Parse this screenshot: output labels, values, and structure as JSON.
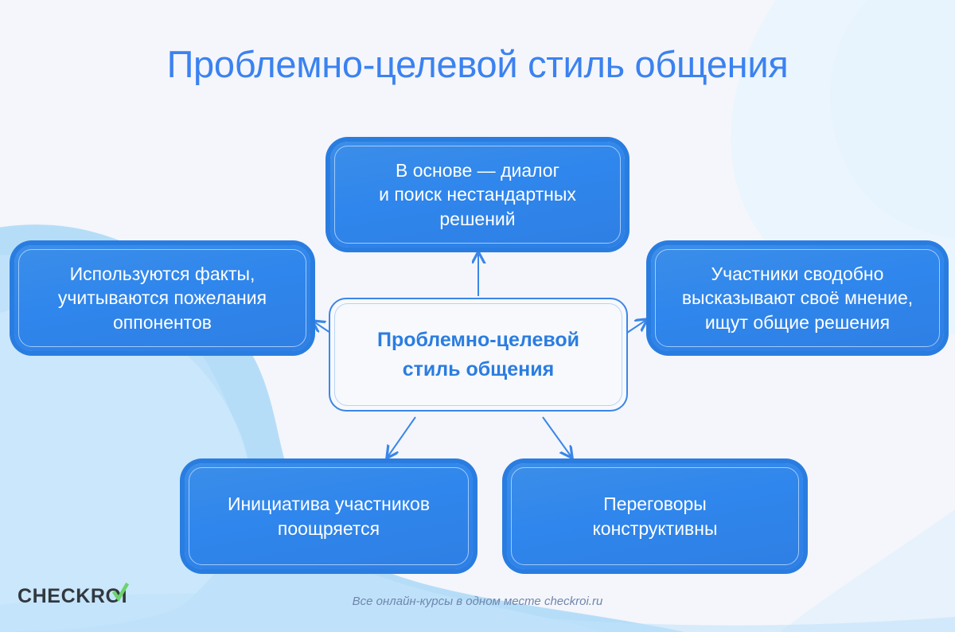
{
  "title": "Проблемно-целевой стиль общения",
  "center": {
    "label": "Проблемно-целевой\nстиль общения"
  },
  "nodes": [
    {
      "id": "top",
      "label": "В основе — диалог\nи поиск нестандартных\nрешений"
    },
    {
      "id": "left",
      "label": "Используются факты,\nучитываются пожелания\nоппонентов"
    },
    {
      "id": "right",
      "label": "Участники сводобно\nвысказывают своё мнение,\nищут общие решения"
    },
    {
      "id": "bottom-left",
      "label": "Инициатива участников\nпоощряется"
    },
    {
      "id": "bottom-right",
      "label": "Переговоры\nконструктивны"
    }
  ],
  "footer": {
    "logo_text": "CHECKROI",
    "note": "Все онлайн-курсы в одном месте checkroi.ru"
  },
  "colors": {
    "background": "#f4f6fb",
    "blob": "#b6ddf8",
    "blob_light": "#cfe8fb",
    "title": "#3b82f0",
    "node_fill": "#2f86ec",
    "node_border": "#2a7de0",
    "center_text": "#2b7de0",
    "arrow": "#3b86e8",
    "logo_dark": "#32383e",
    "logo_check": "#6dd36d",
    "footer_note": "#6f86ad"
  }
}
